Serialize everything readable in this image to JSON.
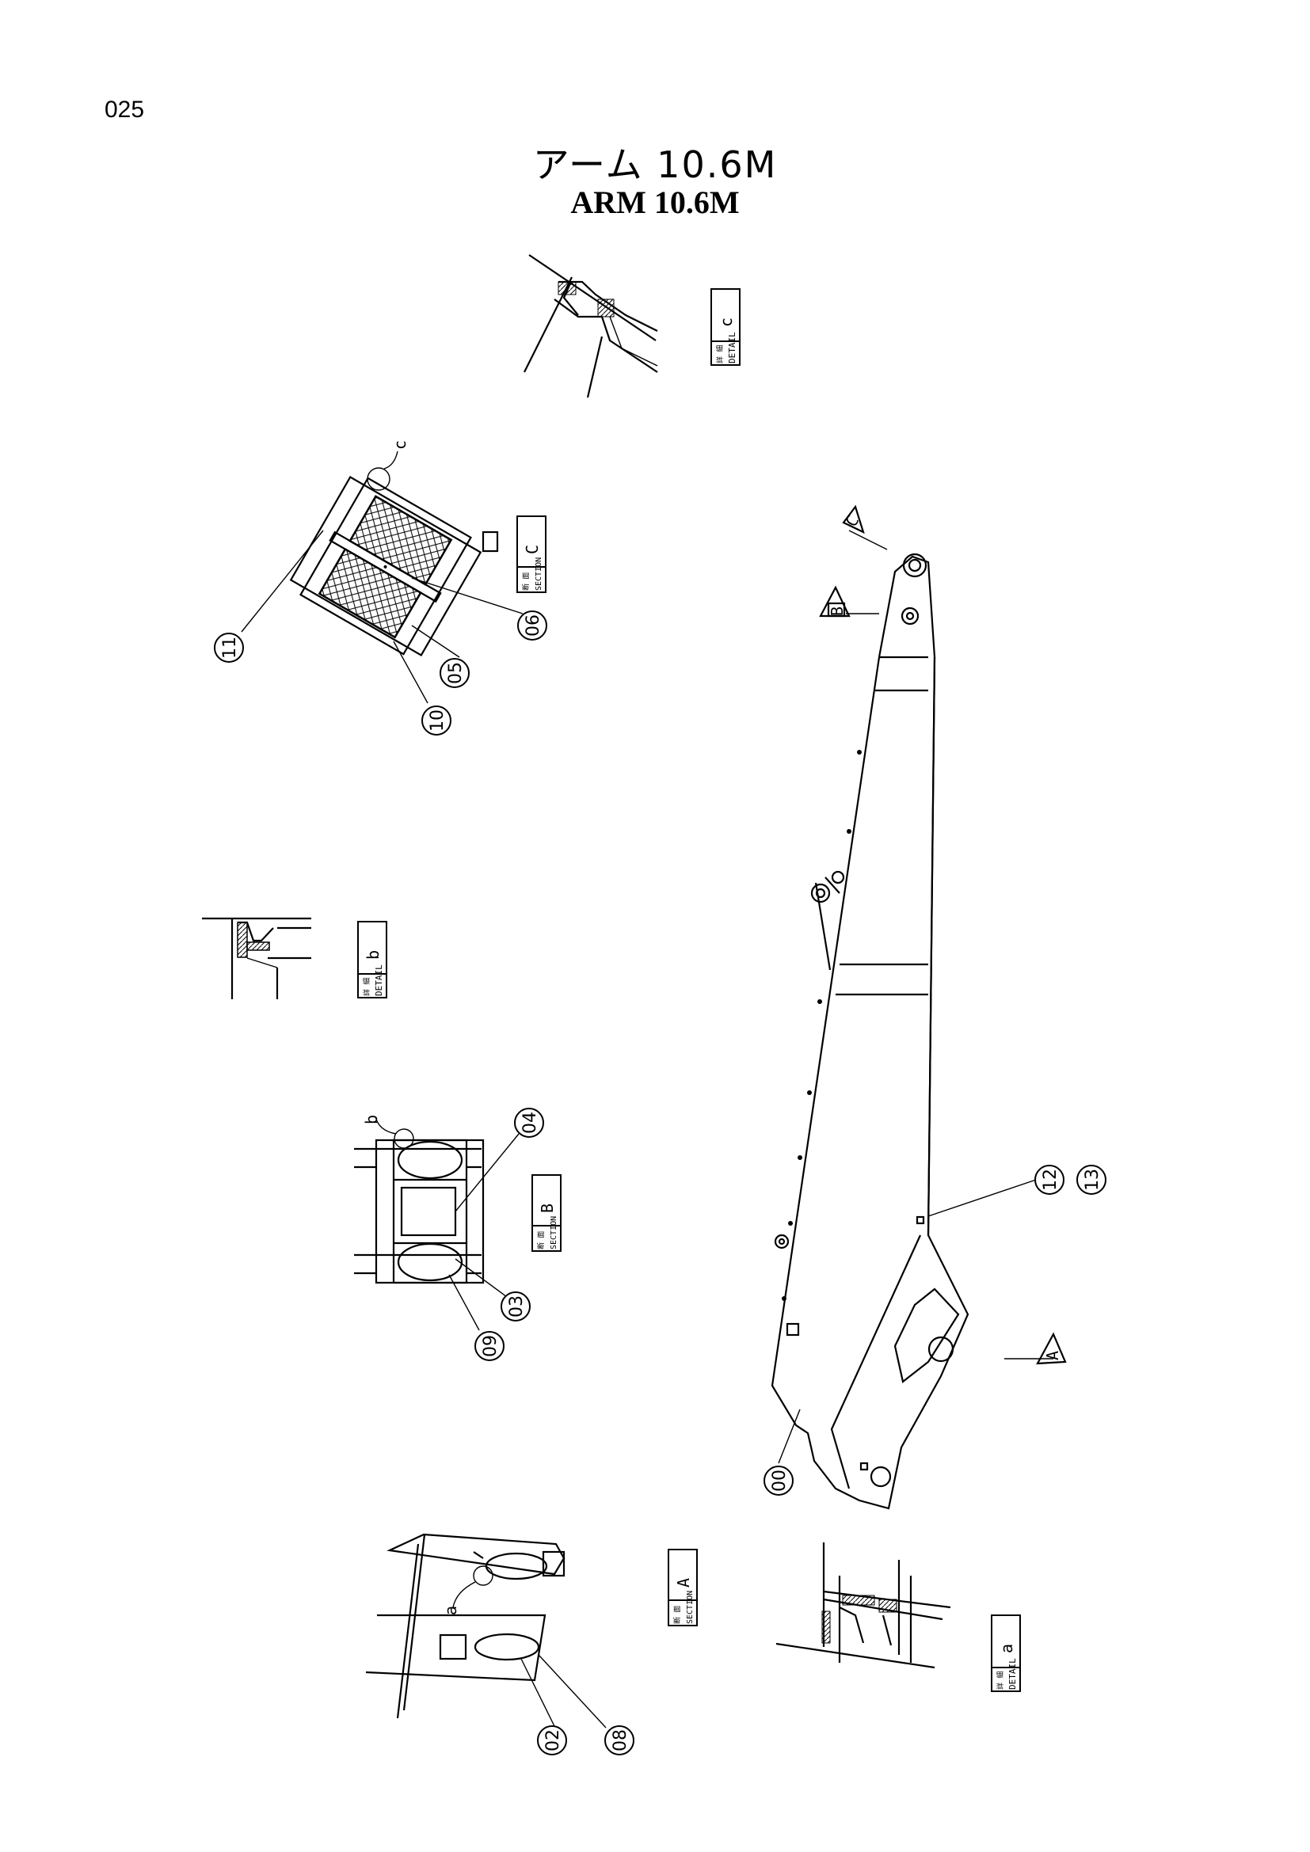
{
  "page_number": "025",
  "title_jp": "アーム 10.6M",
  "title_en": "ARM  10.6M",
  "view_tags": [
    {
      "id": "detail-c",
      "kanji": "詳 細",
      "word": "DETAIL",
      "letter": "c"
    },
    {
      "id": "section-c",
      "kanji": "断 面",
      "word": "SECTION",
      "letter": "C"
    },
    {
      "id": "detail-b",
      "kanji": "詳 細",
      "word": "DETAIL",
      "letter": "b"
    },
    {
      "id": "section-b",
      "kanji": "断 面",
      "word": "SECTION",
      "letter": "B"
    },
    {
      "id": "section-a",
      "kanji": "断 面",
      "word": "SECTION",
      "letter": "A"
    },
    {
      "id": "detail-a",
      "kanji": "詳 細",
      "word": "DETAIL",
      "letter": "a"
    }
  ],
  "view_arrows": [
    "C",
    "B",
    "A"
  ],
  "detail_markers": [
    "c",
    "b",
    "a"
  ],
  "callouts": [
    "11",
    "06",
    "05",
    "10",
    "04",
    "03",
    "09",
    "12",
    "13",
    "00",
    "02",
    "08"
  ]
}
